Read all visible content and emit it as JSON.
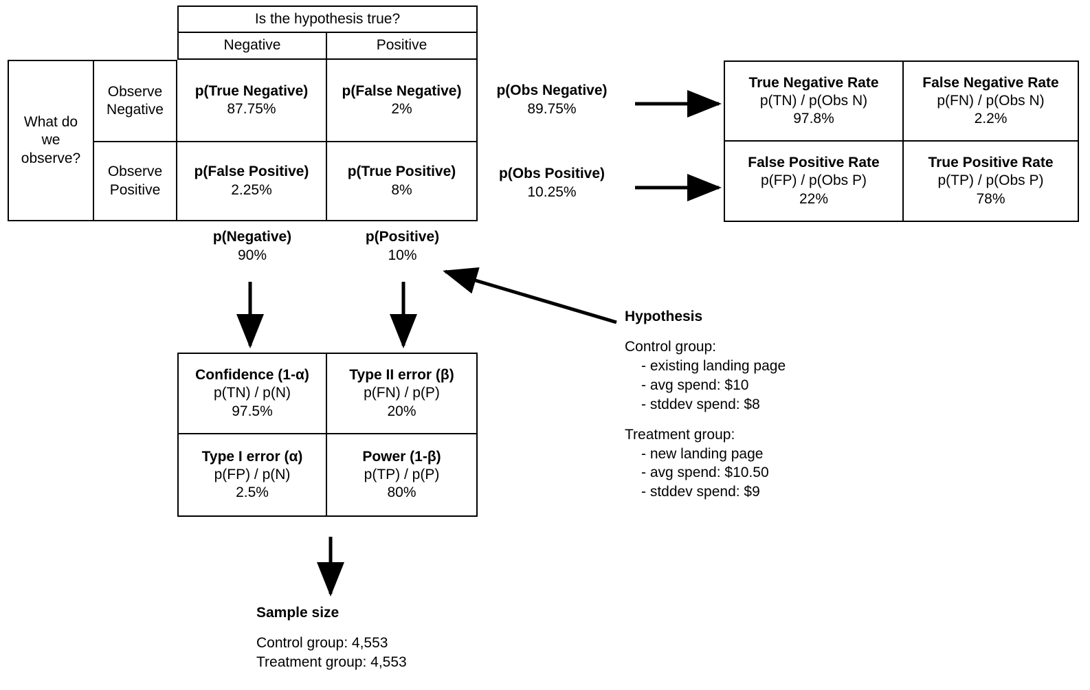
{
  "diagram": {
    "title_note": "Hypothesis testing confusion matrix and sample size diagram",
    "main_table": {
      "col_group_header": "Is the hypothesis true?",
      "col_headers": [
        "Negative",
        "Positive"
      ],
      "row_group_header": "What do\nwe\nobserve?",
      "row_headers": [
        "Observe\nNegative",
        "Observe\nPositive"
      ],
      "cells": [
        [
          {
            "label": "p(True Negative)",
            "value": "87.75%"
          },
          {
            "label": "p(False Negative)",
            "value": "2%"
          }
        ],
        [
          {
            "label": "p(False Positive)",
            "value": "2.25%"
          },
          {
            "label": "p(True Positive)",
            "value": "8%"
          }
        ]
      ],
      "row_margins": [
        {
          "label": "p(Obs Negative)",
          "value": "89.75%"
        },
        {
          "label": "p(Obs Positive)",
          "value": "10.25%"
        }
      ],
      "col_margins": [
        {
          "label": "p(Negative)",
          "value": "90%"
        },
        {
          "label": "p(Positive)",
          "value": "10%"
        }
      ]
    },
    "rates_table": {
      "cells": [
        [
          {
            "label": "True Negative Rate",
            "formula": "p(TN) / p(Obs N)",
            "value": "97.8%"
          },
          {
            "label": "False Negative Rate",
            "formula": "p(FN) / p(Obs N)",
            "value": "2.2%"
          }
        ],
        [
          {
            "label": "False Positive Rate",
            "formula": "p(FP) / p(Obs P)",
            "value": "22%"
          },
          {
            "label": "True Positive Rate",
            "formula": "p(TP) / p(Obs P)",
            "value": "78%"
          }
        ]
      ]
    },
    "error_table": {
      "cells": [
        [
          {
            "label": "Confidence (1-α)",
            "formula": "p(TN) / p(N)",
            "value": "97.5%"
          },
          {
            "label": "Type II error (β)",
            "formula": "p(FN) / p(P)",
            "value": "20%"
          }
        ],
        [
          {
            "label": "Type I error (α)",
            "formula": "p(FP) / p(N)",
            "value": "2.5%"
          },
          {
            "label": "Power (1-β)",
            "formula": "p(TP) / p(P)",
            "value": "80%"
          }
        ]
      ]
    },
    "hypothesis": {
      "heading": "Hypothesis",
      "control_title": "Control group:",
      "control_items": [
        "- existing landing page",
        "- avg spend: $10",
        "- stddev spend: $8"
      ],
      "treatment_title": "Treatment group:",
      "treatment_items": [
        "- new landing page",
        "- avg spend: $10.50",
        "- stddev spend: $9"
      ]
    },
    "sample_size": {
      "heading": "Sample size",
      "lines": [
        "Control group: 4,553",
        "Treatment group: 4,553"
      ]
    },
    "colors": {
      "ink": "#000000",
      "paper": "#ffffff"
    }
  }
}
